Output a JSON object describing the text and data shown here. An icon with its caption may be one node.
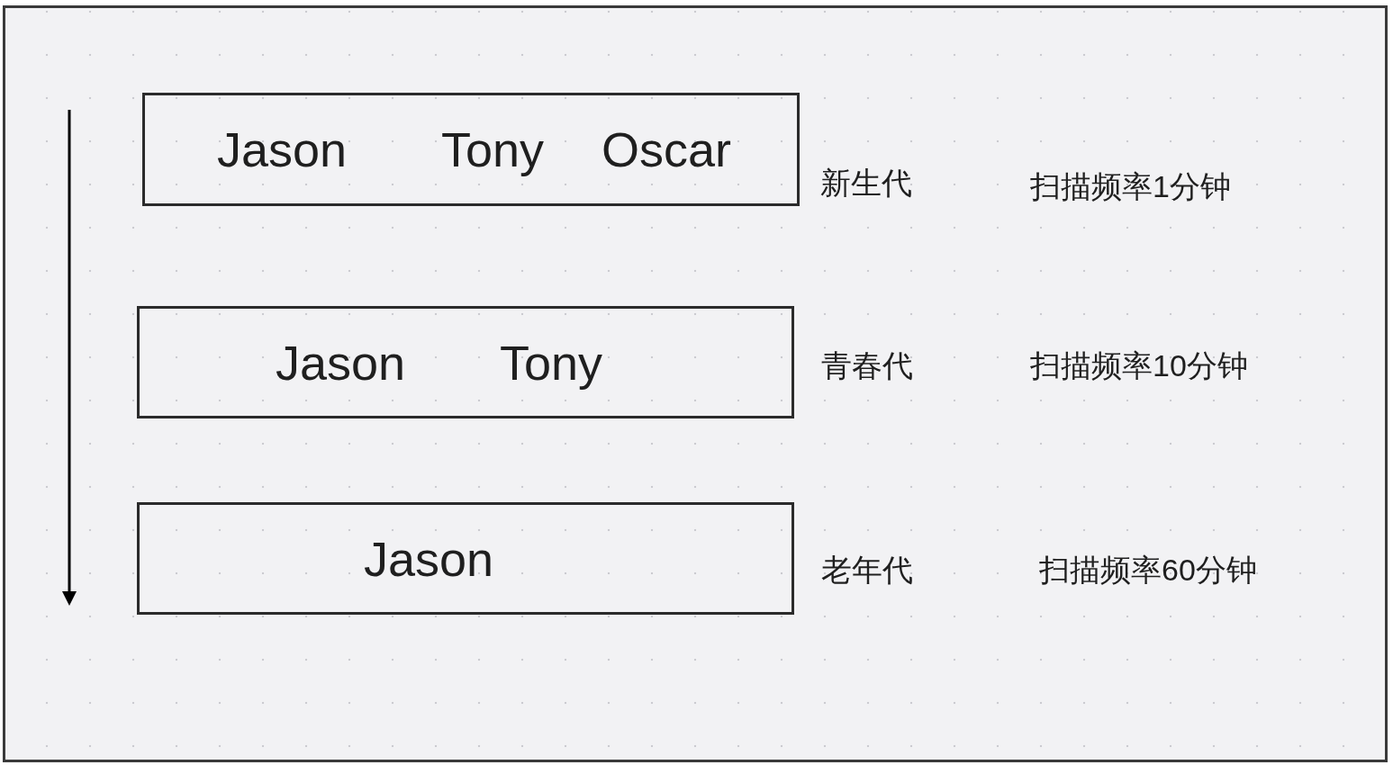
{
  "diagram": {
    "nodes": [
      {
        "text": [
          "Jason",
          "Tony",
          "Oscar"
        ],
        "beside": [
          "新生代"
        ]
      },
      {
        "text": [
          "Jason",
          "Tony"
        ],
        "beside": [
          "青春代"
        ]
      },
      {
        "text": [
          "Jason"
        ],
        "beside": [
          "老年代"
        ]
      }
    ],
    "labels": [
      "扫描频率1分钟",
      "扫描频率10分钟",
      "扫描频率60分钟"
    ]
  }
}
